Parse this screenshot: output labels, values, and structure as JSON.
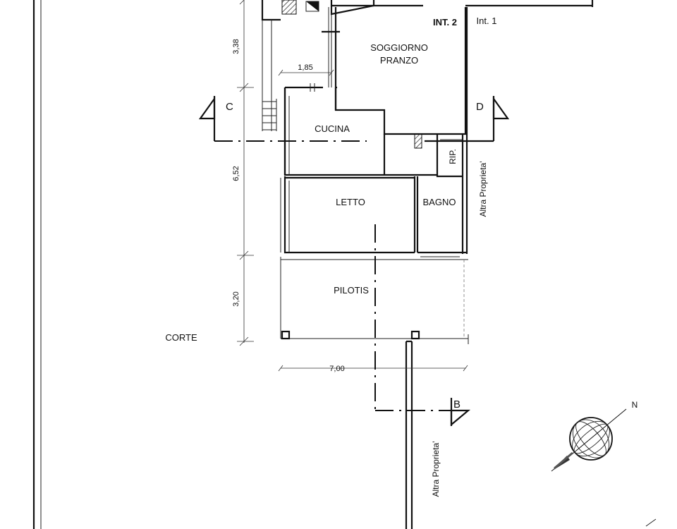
{
  "rooms": {
    "soggiorno_line1": "SOGGIORNO",
    "soggiorno_line2": "PRANZO",
    "cucina": "CUCINA",
    "letto": "LETTO",
    "bagno": "BAGNO",
    "ripostiglio": "RIP.",
    "pilotis": "PILOTIS",
    "corte": "CORTE"
  },
  "units": {
    "int2": "INT. 2",
    "int1": "Int. 1"
  },
  "dimensions": {
    "d_338": "3,38",
    "d_185": "1,85",
    "d_652": "6,52",
    "d_320": "3,20",
    "d_700": "7,00"
  },
  "sections": {
    "c": "C",
    "d": "D",
    "b": "B"
  },
  "neighbors": {
    "right": "Altra Proprieta'",
    "bottom": "Altra Proprieta'"
  },
  "compass": {
    "north": "N"
  }
}
